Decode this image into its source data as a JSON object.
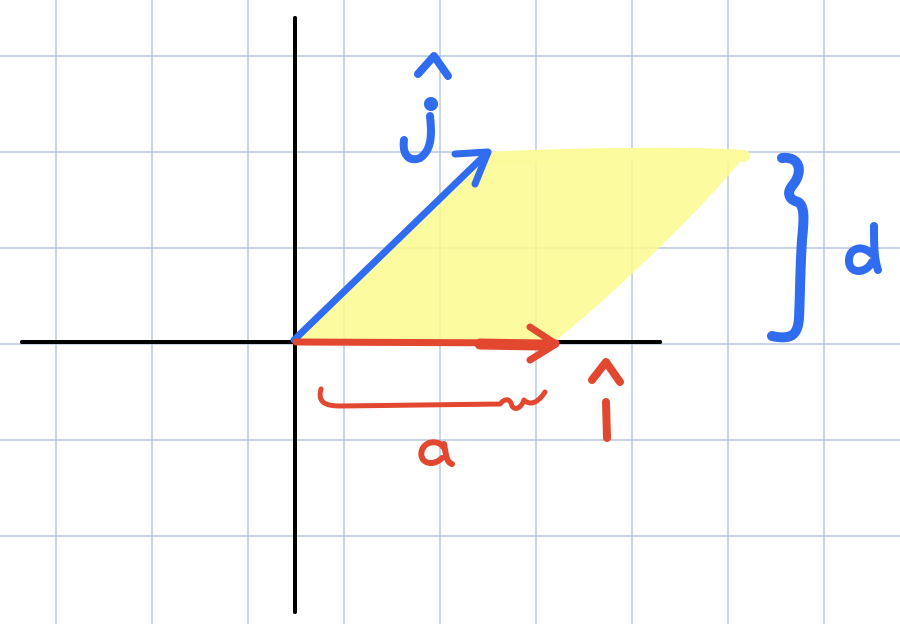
{
  "colors": {
    "background": "#ffffff",
    "grid": "#a9bcd6",
    "axis": "#000000",
    "i_hat": "#e2472f",
    "j_hat": "#2f6cf0",
    "parallelogram": "#fbfa8e"
  },
  "labels": {
    "j_hat": "ĵ",
    "i_hat": "î",
    "a": "a",
    "d": "d"
  },
  "icons": {
    "d_brace": "right-curly-brace",
    "a_brace": "under-brace"
  }
}
